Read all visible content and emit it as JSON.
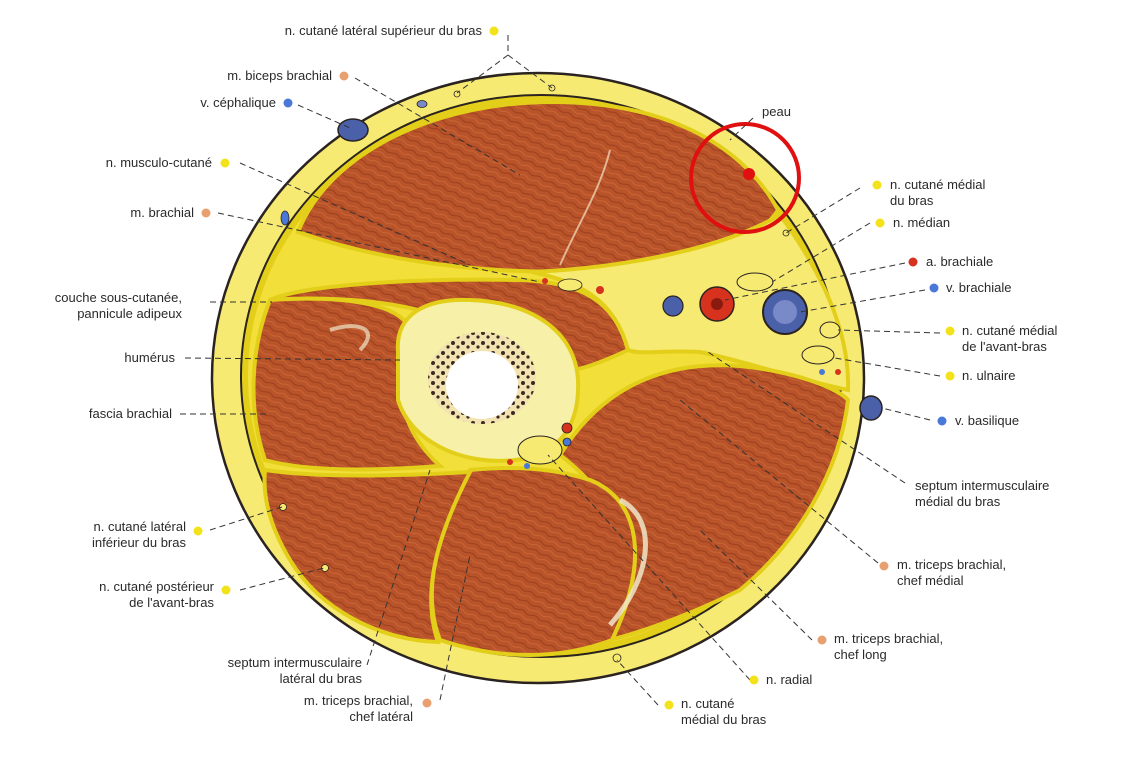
{
  "colors": {
    "fat": "#f6ea72",
    "fascia": "#e3cf1a",
    "outline": "#2b2320",
    "muscle": "#b8532a",
    "muscle_dark": "#9a3f1e",
    "bone": "#f7f0a8",
    "marrow": "#ffffff",
    "nerve_dot": "#f3e21a",
    "muscle_dot": "#e8a070",
    "vein_dot": "#4a78d8",
    "artery_dot": "#d6321e",
    "highlight": "#e01010"
  },
  "labels": {
    "cutane_lat_sup": "n. cutané latéral supérieur du bras",
    "biceps": "m. biceps brachial",
    "cephalique": "v. céphalique",
    "musculo_cutane": "n. musculo-cutané",
    "brachial": "m. brachial",
    "couche_1": "couche sous-cutanée,",
    "couche_2": "pannicule adipeux",
    "humerus": "humérus",
    "fascia": "fascia brachial",
    "cutane_lat_inf_1": "n. cutané latéral",
    "cutane_lat_inf_2": "inférieur du bras",
    "cutane_post_1": "n. cutané postérieur",
    "cutane_post_2": "de l'avant-bras",
    "septum_lat_1": "septum intermusculaire",
    "septum_lat_2": "latéral du bras",
    "triceps_lat_1": "m. triceps brachial,",
    "triceps_lat_2": "chef latéral",
    "peau": "peau",
    "cutane_med_bras_1": "n. cutané médial",
    "cutane_med_bras_2": "du bras",
    "median": "n. médian",
    "a_brachiale": "a. brachiale",
    "v_brachiale": "v. brachiale",
    "cutane_med_avb_1": "n. cutané médial",
    "cutane_med_avb_2": "de l'avant-bras",
    "ulnaire": "n. ulnaire",
    "basilique": "v. basilique",
    "septum_med_1": "septum intermusculaire",
    "septum_med_2": "médial du bras",
    "triceps_med_1": "m. triceps brachial,",
    "triceps_med_2": "chef médial",
    "triceps_long_1": "m. triceps brachial,",
    "triceps_long_2": "chef long",
    "radial": "n. radial",
    "cutane_med_bras_bas_1": "n. cutané",
    "cutane_med_bras_bas_2": "médial du bras"
  }
}
